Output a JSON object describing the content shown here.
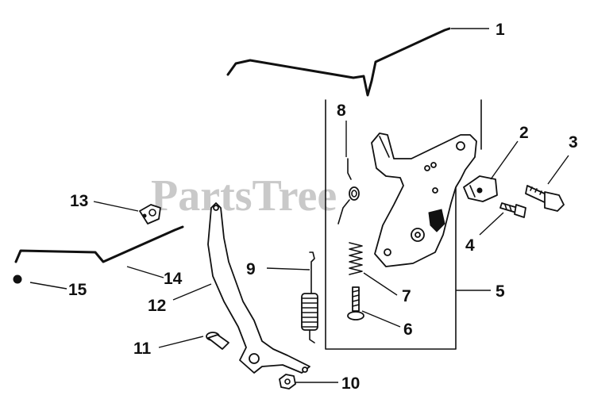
{
  "watermark": "PartsTree",
  "callouts": [
    "1",
    "2",
    "3",
    "4",
    "5",
    "6",
    "7",
    "8",
    "9",
    "10",
    "11",
    "12",
    "13",
    "14",
    "15"
  ],
  "colors": {
    "ink": "#111111",
    "watermark": "#c9c9c9",
    "background": "#ffffff"
  }
}
